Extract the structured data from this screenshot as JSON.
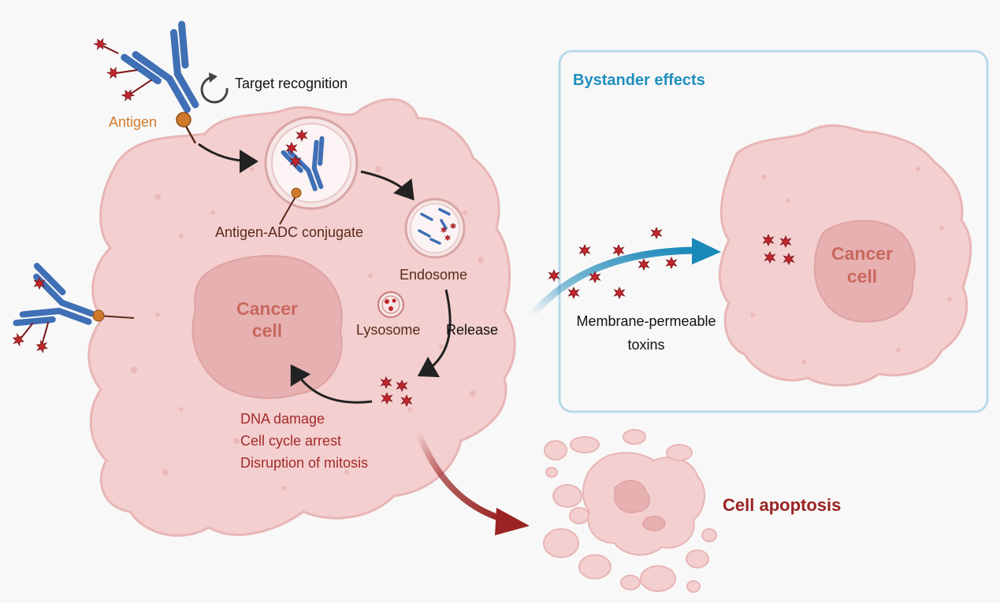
{
  "labels": {
    "target_recognition": "Target recognition",
    "antigen": "Antigen",
    "antigen_adc": "Antigen-ADC conjugate",
    "endosome": "Endosome",
    "lysosome": "Lysosome",
    "release": "Release",
    "cancer_cell_line1": "Cancer",
    "cancer_cell_line2": "cell",
    "effects": [
      "DNA damage",
      "Cell cycle arrest",
      "Disruption of mitosis"
    ],
    "bystander_title": "Bystander effects",
    "membrane_line1": "Membrane-permeable",
    "membrane_line2": "toxins",
    "bystander_cancer_line1": "Cancer",
    "bystander_cancer_line2": "cell",
    "cell_apoptosis": "Cell apoptosis"
  },
  "colors": {
    "antibody": "#3f6fb5",
    "payload": "#c0262d",
    "antigen": "#cf7a2b",
    "cell_fill": "#f4cfcf",
    "cell_edge": "#e8b5b5",
    "nucleus": "#e7b1b1",
    "cancer_text": "#c9685e",
    "effect_text": "#a52a2a",
    "bystander_title": "#1f8fbf",
    "bystander_box": "#b8d9ea",
    "bystander_arrow": "#1a88b9",
    "apoptosis_text": "#9a2323",
    "apoptosis_arrow": "#9a2323"
  },
  "icons": [
    "antibody-drug-conjugate-icon",
    "rotate-arrow-icon",
    "toxin-star-icon",
    "lysosome-icon",
    "endosome-icon"
  ]
}
